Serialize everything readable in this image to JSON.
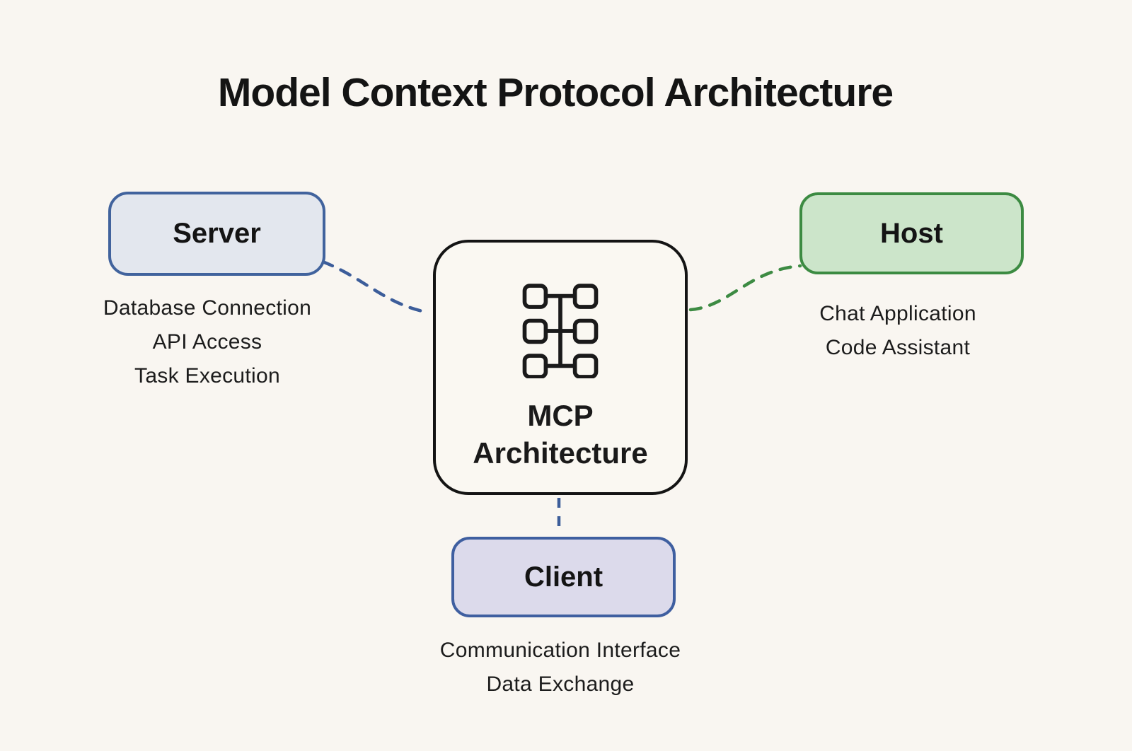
{
  "title": "Model Context Protocol Architecture",
  "colors": {
    "background": "#f9f6f1",
    "server_fill": "#e3e7ee",
    "server_border": "#41639d",
    "host_fill": "#cce5ca",
    "host_border": "#3c8b42",
    "client_fill": "#dcdaeb",
    "client_border": "#3f5fa0",
    "center_fill": "#faf8f2",
    "center_border": "#141414",
    "connector_blue": "#3c5d9a",
    "connector_green": "#3d8b43",
    "text": "#1c1c1c"
  },
  "nodes": {
    "center": {
      "label_line1": "MCP",
      "label_line2": "Architecture",
      "icon": "network-nodes-icon"
    },
    "server": {
      "label": "Server",
      "features": [
        "Database Connection",
        "API Access",
        "Task Execution"
      ]
    },
    "host": {
      "label": "Host",
      "features": [
        "Chat Application",
        "Code Assistant"
      ]
    },
    "client": {
      "label": "Client",
      "features": [
        "Communication Interface",
        "Data Exchange"
      ]
    }
  },
  "connectors": [
    {
      "from": "server",
      "to": "mcp-architecture",
      "style": "dashed",
      "color": "#3c5d9a"
    },
    {
      "from": "mcp-architecture",
      "to": "host",
      "style": "dashed",
      "color": "#3d8b43"
    },
    {
      "from": "mcp-architecture",
      "to": "client",
      "style": "dashed",
      "color": "#3c5d9a"
    }
  ]
}
